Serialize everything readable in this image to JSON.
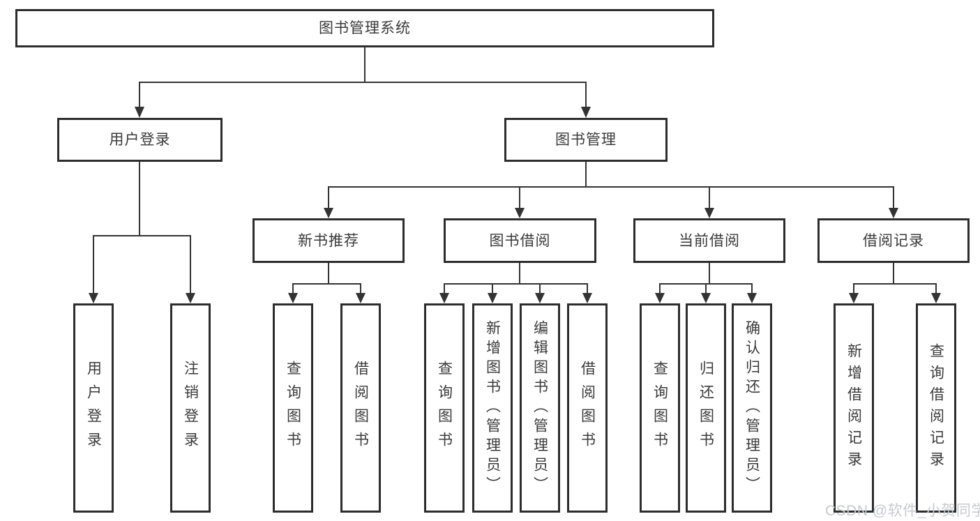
{
  "tree": {
    "root": {
      "label": "图书管理系统"
    },
    "branches": [
      {
        "label": "用户登录",
        "children": [
          {
            "label": "用户登录"
          },
          {
            "label": "注销登录"
          }
        ]
      },
      {
        "label": "图书管理",
        "children": [
          {
            "label": "新书推荐",
            "children": [
              {
                "label": "查询图书"
              },
              {
                "label": "借阅图书"
              }
            ]
          },
          {
            "label": "图书借阅",
            "children": [
              {
                "label": "查询图书"
              },
              {
                "label": "新增图书（管理员）"
              },
              {
                "label": "编辑图书（管理员）"
              },
              {
                "label": "借阅图书"
              }
            ]
          },
          {
            "label": "当前借阅",
            "children": [
              {
                "label": "查询图书"
              },
              {
                "label": "归还图书"
              },
              {
                "label": "确认归还（管理员）"
              }
            ]
          },
          {
            "label": "借阅记录",
            "children": [
              {
                "label": "新增借阅记录"
              },
              {
                "label": "查询借阅记录"
              }
            ]
          }
        ]
      }
    ]
  },
  "watermark": "CSDN @软件_小贺同学",
  "colors": {
    "line": "#333333",
    "box_border": "#2d2d2d",
    "text": "#3a3a3a",
    "watermark": "#c7cad0",
    "background": "#ffffff"
  }
}
